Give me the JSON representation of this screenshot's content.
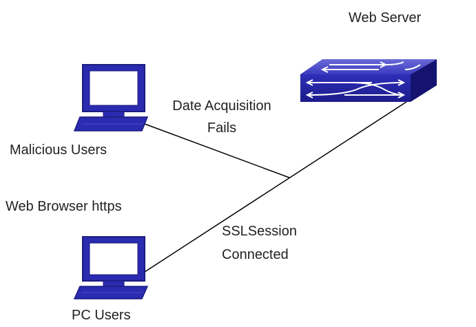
{
  "nodes": {
    "web_server": {
      "label": "Web Server",
      "icon": "network-switch-icon"
    },
    "malicious_users": {
      "label": "Malicious Users",
      "icon": "computer-icon"
    },
    "pc_users": {
      "label": "PC Users",
      "icon": "computer-icon"
    }
  },
  "annotations": {
    "date_acquisition_line1": "Date Acquisition",
    "date_acquisition_line2": "Fails",
    "web_browser": "Web Browser https",
    "ssl_line1": "SSLSession",
    "ssl_line2": "Connected"
  },
  "colors": {
    "device_blue": "#2b2bb0",
    "device_dark": "#1a1a80",
    "screen": "#ffffff",
    "line": "#000000",
    "text": "#222222"
  }
}
